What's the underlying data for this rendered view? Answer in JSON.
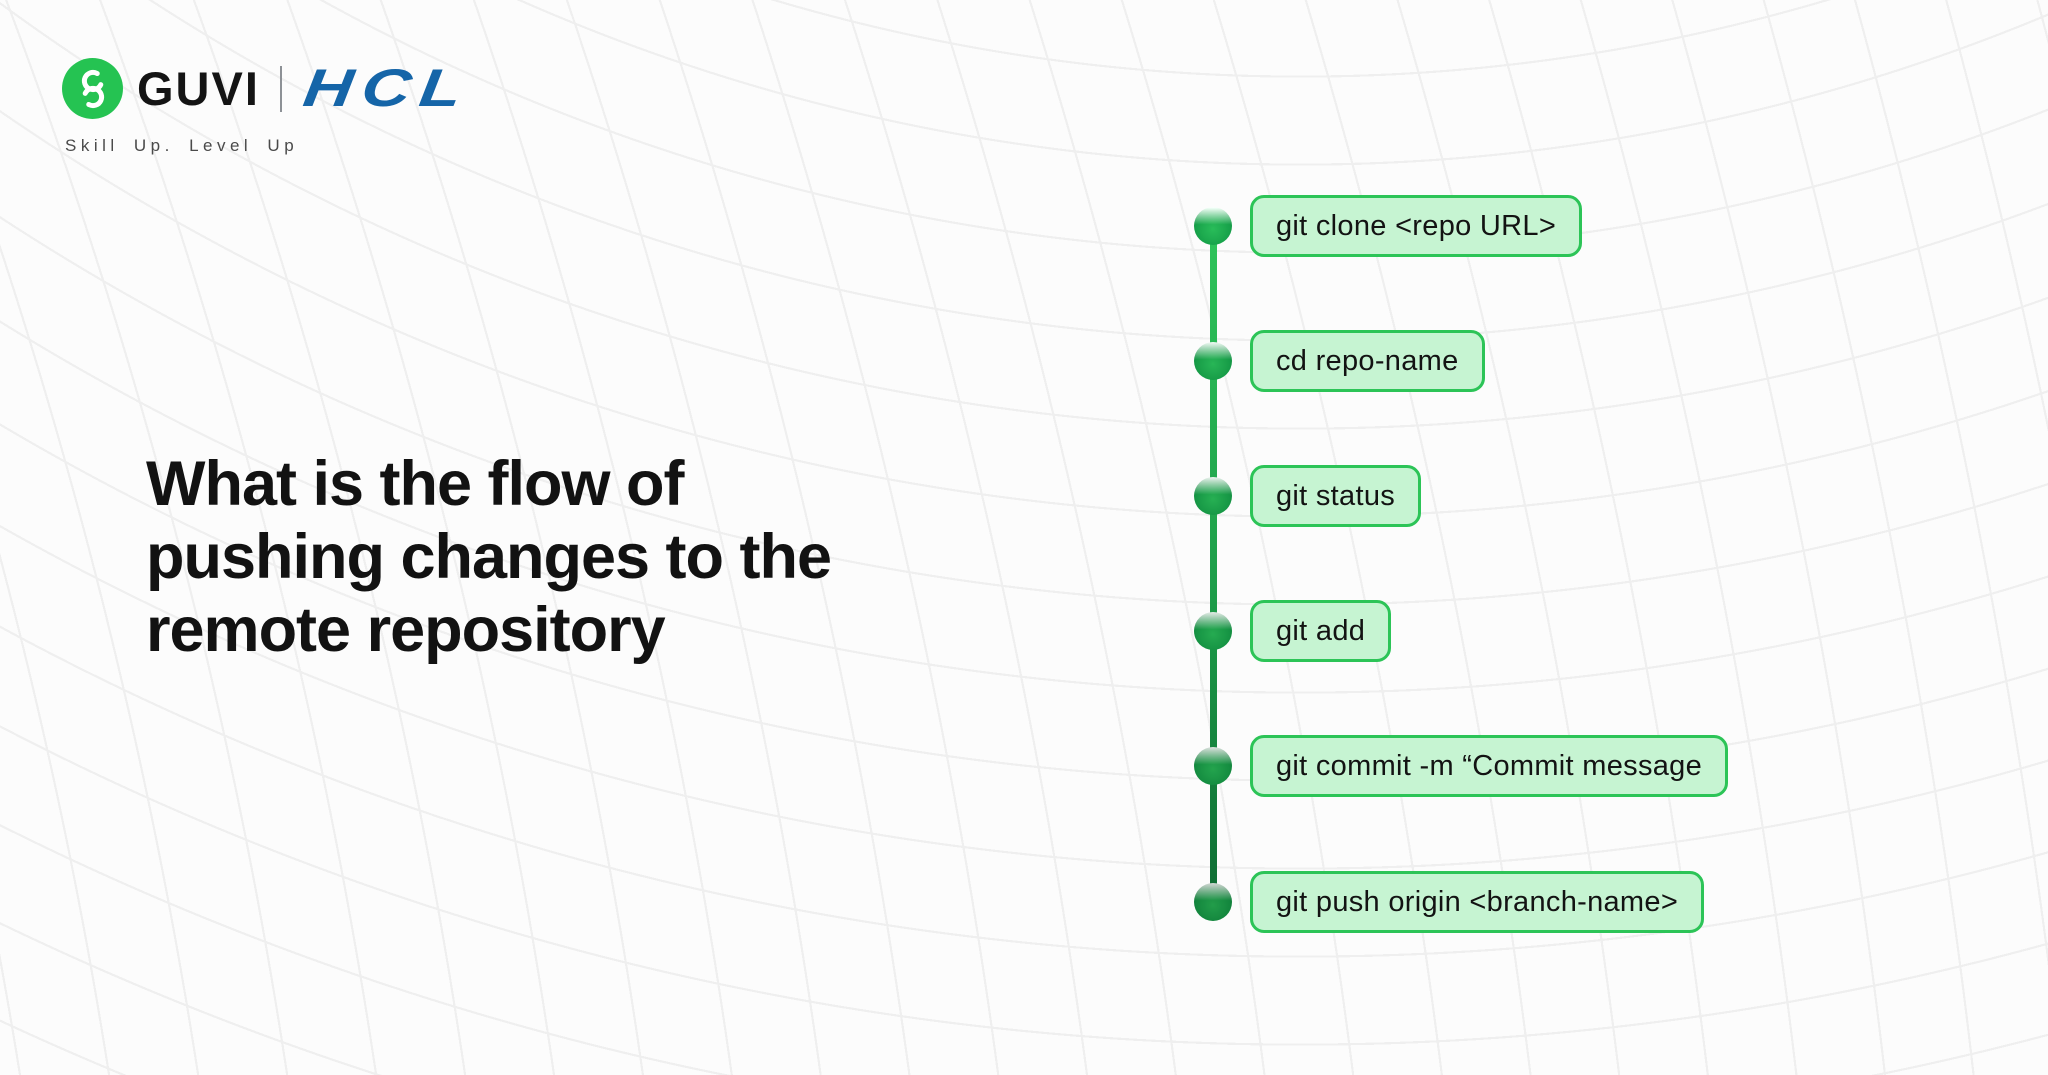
{
  "theme": {
    "page-bg": "#fcfcfc",
    "grid-line": "#efefef",
    "guvi-green": "#25c352",
    "hcl-blue": "#1565a8",
    "title-color": "#121212",
    "tagline-color": "#4a4a4a",
    "accent-border": "#2cc457",
    "box-fill": "#c6f4d2",
    "line-top": "#2ec45a",
    "line-bottom": "#0e6c33"
  },
  "header": {
    "guvi_text": "GUVI",
    "hcl_text": "HCL",
    "tagline": "Skill Up. Level Up"
  },
  "main": {
    "title_lines": [
      "What is the flow of",
      "pushing changes to the",
      "remote repository"
    ]
  },
  "timeline": {
    "steps": [
      {
        "label": "git clone <repo URL>"
      },
      {
        "label": "cd repo-name"
      },
      {
        "label": "git status"
      },
      {
        "label": "git add"
      },
      {
        "label": "git commit -m “Commit message"
      },
      {
        "label": "git push origin <branch-name>"
      }
    ]
  }
}
